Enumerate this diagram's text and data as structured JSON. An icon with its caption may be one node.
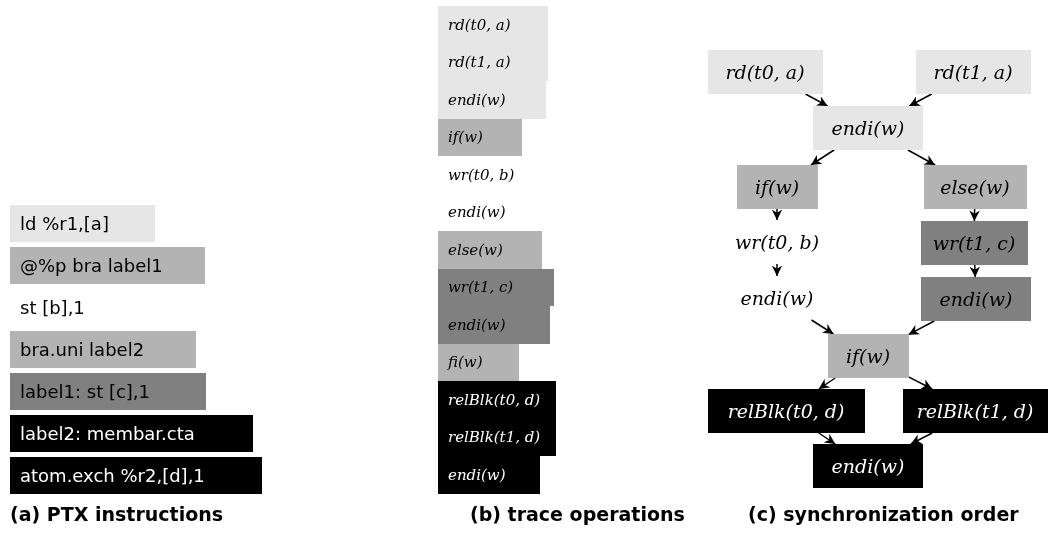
{
  "diagram": {
    "nodes": [
      {
        "text": [
          "ld %r1,[a]"
        ]
      },
      {
        "text": [
          "@%p bra label1"
        ]
      },
      {
        "text": [
          "st [b],1"
        ]
      },
      {
        "text": [
          "bra.uni label2"
        ]
      },
      {
        "text": [
          "label1: st [c],1"
        ]
      },
      {
        "text": [
          "label2: membar.cta"
        ]
      },
      {
        "text": [
          "atom.exch %r2,[d],1"
        ]
      },
      {
        "text": [
          "rd(t0, a)"
        ]
      },
      {
        "text": [
          "rd(t1, a)"
        ]
      },
      {
        "text": [
          "endi(w)"
        ]
      },
      {
        "text": [
          "if(w)"
        ]
      },
      {
        "text": [
          "wr(t0, b)"
        ]
      },
      {
        "text": [
          "endi(w)"
        ]
      },
      {
        "text": [
          "else(w)"
        ]
      },
      {
        "text": [
          "wr(t1, c)"
        ]
      },
      {
        "text": [
          "endi(w)"
        ]
      },
      {
        "text": [
          "fi(w)"
        ]
      },
      {
        "text": [
          "relBlk(t0, d)"
        ]
      },
      {
        "text": [
          "relBlk(t1, d)"
        ]
      },
      {
        "text": [
          "endi(w)"
        ]
      },
      {
        "text": [
          "rd(t0, a)"
        ]
      },
      {
        "text": [
          "rd(t1, a)"
        ]
      },
      {
        "text": [
          "endi(w)"
        ]
      },
      {
        "text": [
          "if(w)"
        ]
      },
      {
        "text": [
          "else(w)"
        ]
      },
      {
        "text": [
          "wr(t0, b)"
        ]
      },
      {
        "text": [
          "wr(t1, c)"
        ]
      },
      {
        "text": [
          "endi(w)"
        ]
      },
      {
        "text": [
          "endi(w)"
        ]
      },
      {
        "text": [
          "if(w)"
        ]
      },
      {
        "text": [
          "relBlk(t0, d)"
        ]
      },
      {
        "text": [
          "relBlk(t1, d)"
        ]
      },
      {
        "text": [
          "endi(w)"
        ]
      }
    ],
    "edges": [
      {
        "from": 20,
        "to": 22,
        "arrow": "to"
      },
      {
        "from": 21,
        "to": 22,
        "arrow": "to"
      },
      {
        "from": 22,
        "to": 23,
        "arrow": "to"
      },
      {
        "from": 22,
        "to": 24,
        "arrow": "to"
      },
      {
        "from": 23,
        "to": 25,
        "arrow": "to"
      },
      {
        "from": 24,
        "to": 26,
        "arrow": "to"
      },
      {
        "from": 25,
        "to": 27,
        "arrow": "to"
      },
      {
        "from": 26,
        "to": 28,
        "arrow": "to"
      },
      {
        "from": 27,
        "to": 29,
        "arrow": "to"
      },
      {
        "from": 28,
        "to": 29,
        "arrow": "to"
      },
      {
        "from": 29,
        "to": 30,
        "arrow": "to"
      },
      {
        "from": 29,
        "to": 31,
        "arrow": "to"
      },
      {
        "from": 30,
        "to": 32,
        "arrow": "to"
      },
      {
        "from": 31,
        "to": 32,
        "arrow": "to"
      }
    ],
    "labels": [
      "(a) PTX instructions",
      "(b) trace operations",
      "(c) synchronization order"
    ]
  }
}
